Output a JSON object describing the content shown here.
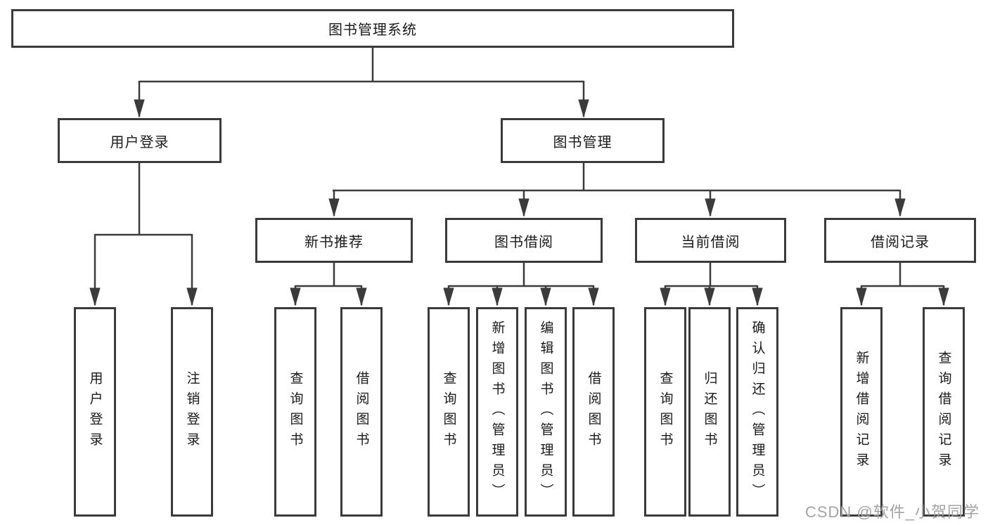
{
  "diagram": {
    "root": {
      "label": "图书管理系统"
    },
    "level2": [
      {
        "label": "用户登录"
      },
      {
        "label": "图书管理"
      }
    ],
    "level3": [
      {
        "label": "新书推荐"
      },
      {
        "label": "图书借阅"
      },
      {
        "label": "当前借阅"
      },
      {
        "label": "借阅记录"
      }
    ],
    "leaves": {
      "login": [
        {
          "label": "用户登录"
        },
        {
          "label": "注销登录"
        }
      ],
      "newbook": [
        {
          "label": "查询图书"
        },
        {
          "label": "借阅图书"
        }
      ],
      "borrow": [
        {
          "label": "查询图书"
        },
        {
          "label": "新增图书（管理员）"
        },
        {
          "label": "编辑图书（管理员）"
        },
        {
          "label": "借阅图书"
        }
      ],
      "current": [
        {
          "label": "查询图书"
        },
        {
          "label": "归还图书"
        },
        {
          "label": "确认归还（管理员）"
        }
      ],
      "records": [
        {
          "label": "新增借阅记录"
        },
        {
          "label": "查询借阅记录"
        }
      ]
    },
    "watermark": "CSDN @软件_小贺同学",
    "colors": {
      "line": "#3b3b3b",
      "box_border": "#3b3b3b",
      "text": "#1a1a1a",
      "watermark": "#a3a3a3",
      "background": "#ffffff"
    }
  }
}
